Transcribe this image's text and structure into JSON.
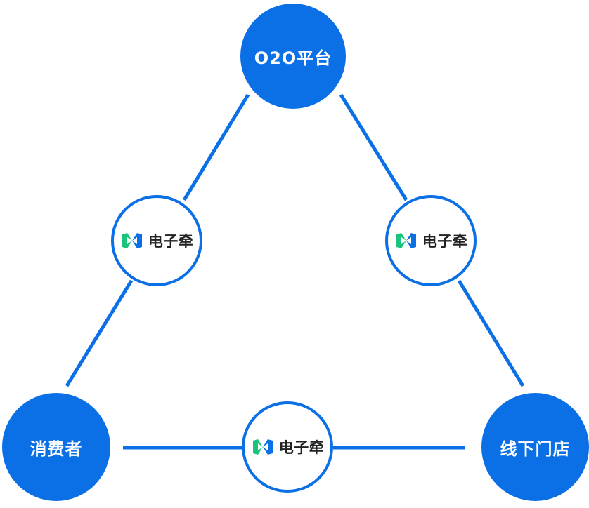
{
  "diagram": {
    "nodes": {
      "top": {
        "label": "O2O平台"
      },
      "left": {
        "label": "消费者"
      },
      "right": {
        "label": "线下门店"
      }
    },
    "connector": {
      "brand_name": "电子牵",
      "logo_icon": "electronic-leash-logo-icon"
    },
    "colors": {
      "primary_blue": "#0b6fe6",
      "logo_green": "#19c37d",
      "logo_blue": "#0b6fe6",
      "text_dark": "#222222"
    }
  }
}
